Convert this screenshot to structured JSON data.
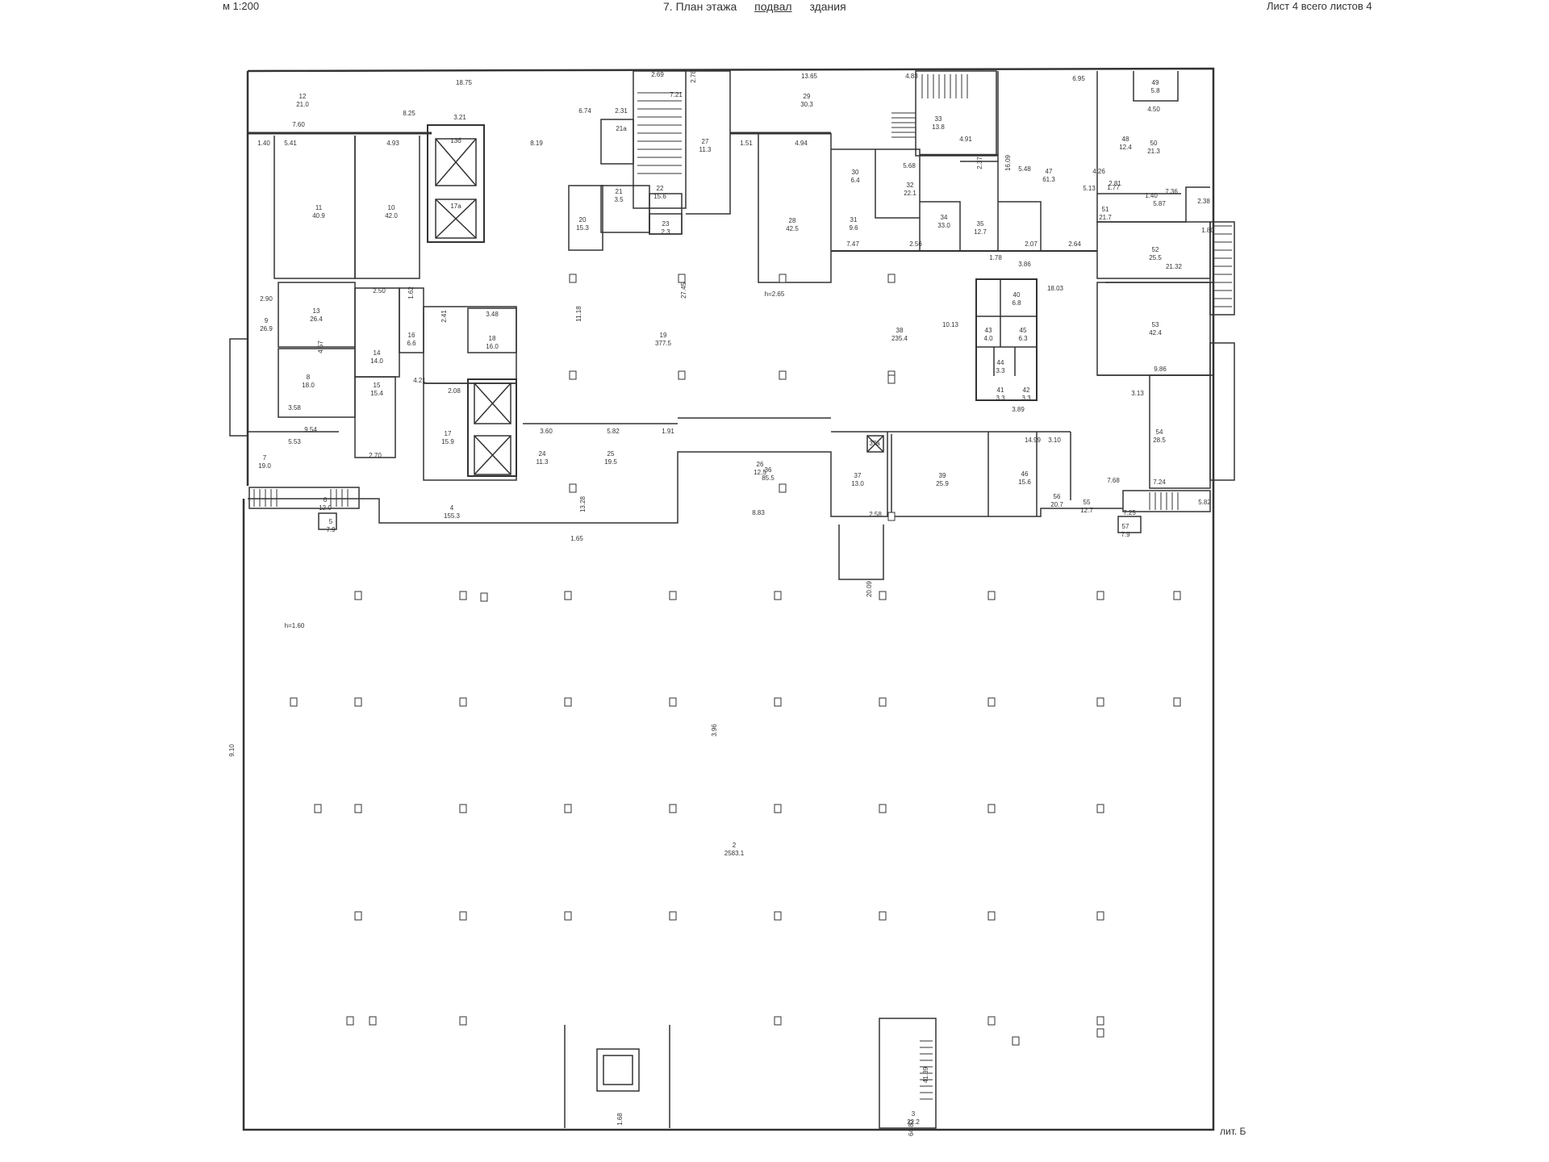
{
  "header": {
    "scale": "м 1:200",
    "title": "7. План этажа",
    "floor": "подвал",
    "building": "здания",
    "sheet": "Лист 4 всего листов 4"
  },
  "footer": {
    "lit": "лит. Б"
  },
  "colors": {
    "line": "#333333",
    "background": "#ffffff"
  },
  "rooms": [
    {
      "id": "r12",
      "num": "12",
      "area": "21.0"
    },
    {
      "id": "r11",
      "num": "11",
      "area": "40.9"
    },
    {
      "id": "r10",
      "num": "10",
      "area": "42.0"
    },
    {
      "id": "r13b",
      "num": "13б",
      "area": ""
    },
    {
      "id": "r17a",
      "num": "17а",
      "area": ""
    },
    {
      "id": "r9",
      "num": "9",
      "area": "26.9"
    },
    {
      "id": "r13",
      "num": "13",
      "area": "26.4"
    },
    {
      "id": "r8",
      "num": "8",
      "area": "18.0"
    },
    {
      "id": "r14",
      "num": "14",
      "area": "14.0"
    },
    {
      "id": "r15",
      "num": "15",
      "area": "15.4"
    },
    {
      "id": "r16",
      "num": "16",
      "area": "6.6"
    },
    {
      "id": "r18",
      "num": "18",
      "area": "16.0"
    },
    {
      "id": "r7",
      "num": "7",
      "area": "19.0"
    },
    {
      "id": "r6",
      "num": "6",
      "area": "12.0"
    },
    {
      "id": "r5",
      "num": "5",
      "area": "7.9"
    },
    {
      "id": "r17",
      "num": "17",
      "area": "15.9"
    },
    {
      "id": "r4",
      "num": "4",
      "area": "155.3"
    },
    {
      "id": "r24",
      "num": "24",
      "area": "11.3"
    },
    {
      "id": "r25",
      "num": "25",
      "area": "19.5"
    },
    {
      "id": "r26",
      "num": "26",
      "area": "12.5"
    },
    {
      "id": "r20",
      "num": "20",
      "area": "15.3"
    },
    {
      "id": "r19",
      "num": "19",
      "area": "377.5"
    },
    {
      "id": "r21",
      "num": "21",
      "area": "3.5"
    },
    {
      "id": "r22",
      "num": "22",
      "area": "15.6"
    },
    {
      "id": "r23",
      "num": "23",
      "area": "2.3"
    },
    {
      "id": "r21a",
      "num": "21а",
      "area": ""
    },
    {
      "id": "r27",
      "num": "27",
      "area": "11.3"
    },
    {
      "id": "r28",
      "num": "28",
      "area": "42.5"
    },
    {
      "id": "r29",
      "num": "29",
      "area": "30.3"
    },
    {
      "id": "r30",
      "num": "30",
      "area": "6.4"
    },
    {
      "id": "r31",
      "num": "31",
      "area": "9.6"
    },
    {
      "id": "r32",
      "num": "32",
      "area": "22.1"
    },
    {
      "id": "r33",
      "num": "33",
      "area": "13.8"
    },
    {
      "id": "r34",
      "num": "34",
      "area": "33.0"
    },
    {
      "id": "r35",
      "num": "35",
      "area": "12.7"
    },
    {
      "id": "r36",
      "num": "36",
      "area": "85.5"
    },
    {
      "id": "r37",
      "num": "37",
      "area": "13.0"
    },
    {
      "id": "r37a",
      "num": "37а",
      "area": ""
    },
    {
      "id": "r38",
      "num": "38",
      "area": "235.4"
    },
    {
      "id": "r39",
      "num": "39",
      "area": "25.9"
    },
    {
      "id": "r40",
      "num": "40",
      "area": "6.8"
    },
    {
      "id": "r41",
      "num": "41",
      "area": "3.3"
    },
    {
      "id": "r42",
      "num": "42",
      "area": "3.3"
    },
    {
      "id": "r43",
      "num": "43",
      "area": "4.0"
    },
    {
      "id": "r44",
      "num": "44",
      "area": "3.3"
    },
    {
      "id": "r45",
      "num": "45",
      "area": "6.3"
    },
    {
      "id": "r46",
      "num": "46",
      "area": "15.6"
    },
    {
      "id": "r47",
      "num": "47",
      "area": "61.3"
    },
    {
      "id": "r48",
      "num": "48",
      "area": "12.4"
    },
    {
      "id": "r49",
      "num": "49",
      "area": "5.8"
    },
    {
      "id": "r50",
      "num": "50",
      "area": "21.3"
    },
    {
      "id": "r51",
      "num": "51",
      "area": "21.7"
    },
    {
      "id": "r52",
      "num": "52",
      "area": "25.5"
    },
    {
      "id": "r53",
      "num": "53",
      "area": "42.4"
    },
    {
      "id": "r54",
      "num": "54",
      "area": "28.5"
    },
    {
      "id": "r55",
      "num": "55",
      "area": "12.7"
    },
    {
      "id": "r56",
      "num": "56",
      "area": "20.7"
    },
    {
      "id": "r57",
      "num": "57",
      "area": "7.9"
    },
    {
      "id": "r2",
      "num": "2",
      "area": "2583.1"
    },
    {
      "id": "r3",
      "num": "3",
      "area": "22.2"
    }
  ],
  "dimensions": [
    "18.75",
    "8.25",
    "3.21",
    "7.60",
    "1.40",
    "5.41",
    "4.93",
    "8.19",
    "6.74",
    "2.31",
    "2.69",
    "2.78",
    "7.21",
    "13.65",
    "4.83",
    "1.51",
    "4.94",
    "5.68",
    "4.91",
    "2.37",
    "6.95",
    "4.50",
    "16.09",
    "1.80",
    "2.90",
    "2.50",
    "1.62",
    "2.41",
    "3.48",
    "4.57",
    "3.58",
    "9.54",
    "5.53",
    "2.70",
    "4.21",
    "2.08",
    "3.60",
    "5.82",
    "1.91",
    "27.45",
    "11.18",
    "13.28",
    "1.65",
    "8.83",
    "2.58",
    "20.09",
    "10.13",
    "3.89",
    "3.13",
    "9.86",
    "21.32",
    "7.68",
    "7.24",
    "7.25",
    "5.82",
    "3.96",
    "9.10",
    "1.68",
    "64.80",
    "41.39",
    "14.99",
    "3.10",
    "7.47",
    "2.56",
    "2.07",
    "2.64",
    "5.48",
    "5.13",
    "1.78",
    "3.86",
    "18.03",
    "1.77",
    "4.26",
    "1.40",
    "5.87",
    "7.36",
    "2.81",
    "2.38"
  ],
  "big_dims": [
    "5.41",
    "4.93",
    "8.19",
    "4.94",
    "5.68",
    "4.91",
    "2.37",
    "1.51",
    "1.40"
  ],
  "annotations": [
    "h=2.65",
    "h=1.60"
  ]
}
